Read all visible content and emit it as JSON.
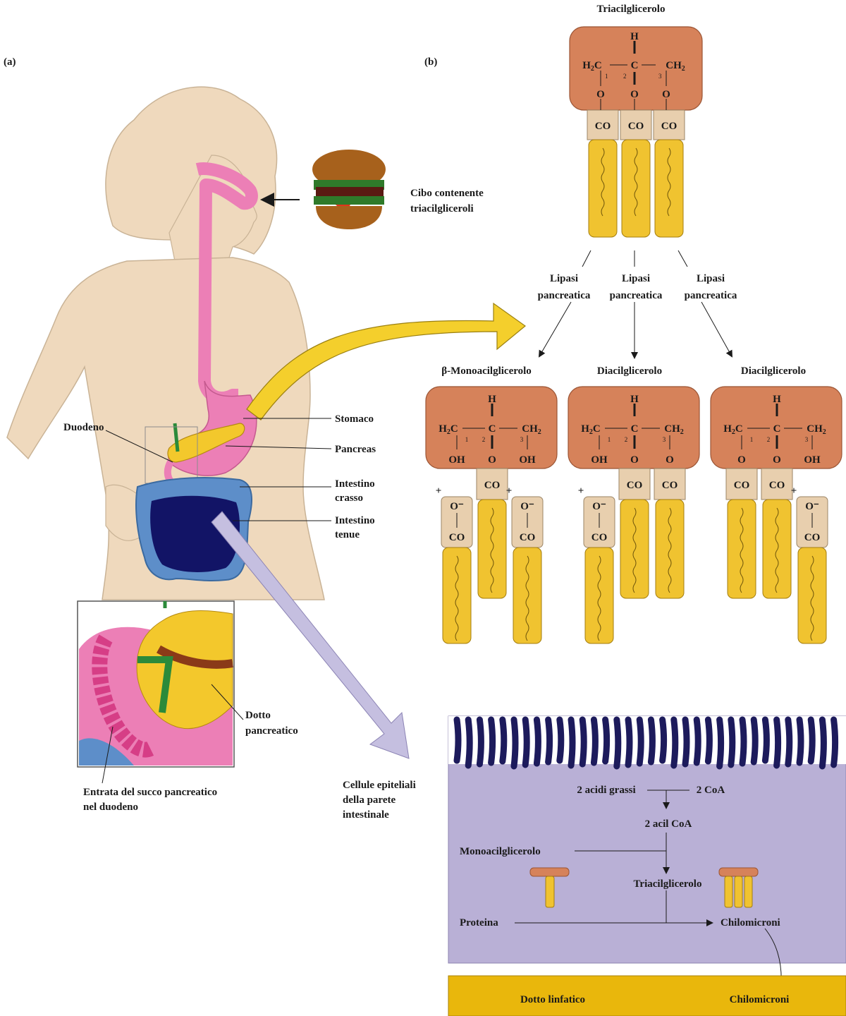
{
  "panel_a": {
    "label": "(a)",
    "food_label_1": "Cibo contenente",
    "food_label_2": "triacilgliceroli",
    "organs": {
      "duodeno": "Duodeno",
      "stomaco": "Stomaco",
      "pancreas": "Pancreas",
      "intestino_crasso_1": "Intestino",
      "intestino_crasso_2": "crasso",
      "intestino_tenue_1": "Intestino",
      "intestino_tenue_2": "tenue",
      "dotto_1": "Dotto",
      "dotto_2": "pancreatico"
    },
    "entrata_1": "Entrata del succo pancreatico",
    "entrata_2": "nel duodeno",
    "cellule_1": "Cellule epiteliali",
    "cellule_2": "della parete",
    "cellule_3": "intestinale"
  },
  "panel_b": {
    "label": "(b)",
    "triacyl_title": "Triacilglicerolo",
    "lipasi": {
      "line1": "Lipasi",
      "line2": "pancreatica"
    },
    "products": [
      {
        "title": "β-Monoacilglicerolo"
      },
      {
        "title": "Diacilglicerolo"
      },
      {
        "title": "Diacilglicerolo"
      }
    ],
    "chem": {
      "H": "H",
      "C": "C",
      "O": "O",
      "OH": "OH",
      "CO": "CO",
      "Ominus": "O⁻",
      "plus": "+",
      "n1": "1",
      "n2": "2",
      "n3": "3"
    }
  },
  "cell": {
    "acidi": "2 acidi grassi",
    "coa": "2 CoA",
    "acilcoa": "2 acil CoA",
    "mono": "Monoacilglicerolo",
    "triacyl": "Triacilglicerolo",
    "proteina": "Proteina",
    "chilo": "Chilomicroni"
  },
  "lymph": {
    "dotto": "Dotto linfatico",
    "chilo": "Chilomicroni"
  },
  "colors": {
    "skin": "#efd9bd",
    "pink": "#ec7fb6",
    "glycerol": "#d6825a",
    "ester": "#e8cfae",
    "chain": "#f0c330",
    "cell": "#b9b0d6",
    "villi": "#1d1b5c",
    "lymph": "#e9b70c",
    "colon": "#5d8ec9",
    "small_int": "#121466"
  }
}
